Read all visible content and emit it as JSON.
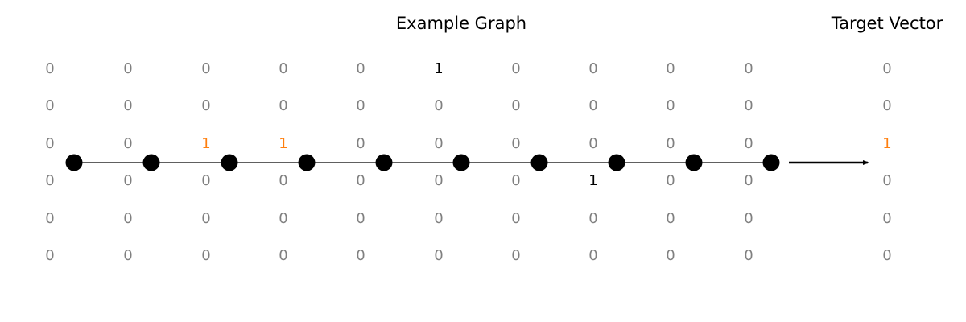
{
  "titles": {
    "graph": "Example Graph",
    "target": "Target Vector"
  },
  "colors": {
    "zero": "#808080",
    "one": "#000000",
    "highlight": "#ff7f0e",
    "node": "#000000",
    "edge": "#000000",
    "arrow": "#000000"
  },
  "matrix": [
    [
      "0",
      "0",
      "0",
      "0",
      "0",
      "1",
      "0",
      "0",
      "0",
      "0"
    ],
    [
      "0",
      "0",
      "0",
      "0",
      "0",
      "0",
      "0",
      "0",
      "0",
      "0"
    ],
    [
      "0",
      "0",
      "1",
      "1",
      "0",
      "0",
      "0",
      "0",
      "0",
      "0"
    ],
    [
      "0",
      "0",
      "0",
      "0",
      "0",
      "0",
      "0",
      "1",
      "0",
      "0"
    ],
    [
      "0",
      "0",
      "0",
      "0",
      "0",
      "0",
      "0",
      "0",
      "0",
      "0"
    ],
    [
      "0",
      "0",
      "0",
      "0",
      "0",
      "0",
      "0",
      "0",
      "0",
      "0"
    ]
  ],
  "highlighted_cells": [
    [
      2,
      2
    ],
    [
      2,
      3
    ]
  ],
  "target_vector": [
    "0",
    "0",
    "1",
    "0",
    "0",
    "0"
  ],
  "target_highlight_index": 2,
  "node_count": 10
}
